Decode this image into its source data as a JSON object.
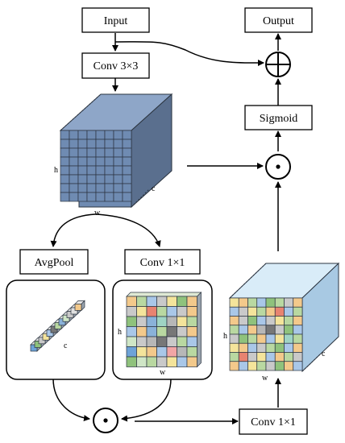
{
  "blocks": {
    "input": "Input",
    "output": "Output",
    "conv3": "Conv 3×3",
    "sigmoid": "Sigmoid",
    "avgpool": "AvgPool",
    "conv1_top": "Conv 1×1",
    "conv1_bottom": "Conv 1×1"
  },
  "dims": {
    "main_h": "h",
    "main_w": "w",
    "main_c": "c",
    "pool_c": "c",
    "conv_h": "h",
    "conv_w": "w",
    "out_h": "h",
    "out_w": "w",
    "out_c": "c"
  },
  "operators": {
    "add": "add",
    "multiply": "multiply"
  },
  "colors": {
    "cube_blue_front": "#6f8bb2",
    "cube_blue_side": "#5a6f8e",
    "cube_blue_top": "#8ea6c8",
    "cube_light_front": "#c9e1f2",
    "cube_light_side": "#a8c9e3",
    "cube_light_top": "#d9ecf8",
    "palette": [
      "#f3c98b",
      "#b9d8a1",
      "#a9c7e8",
      "#c9c9c9",
      "#f4e49b",
      "#8fc27c",
      "#e88370",
      "#8ab2d9",
      "#9fd4c4",
      "#b7b7b7",
      "#cfe6c6",
      "#777777",
      "#6ea3d8",
      "#f2a5a5"
    ]
  }
}
